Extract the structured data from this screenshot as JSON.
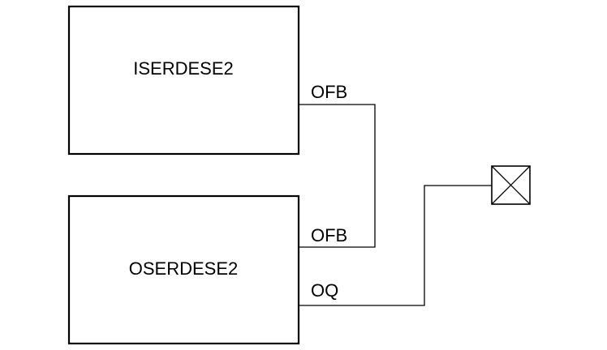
{
  "blocks": {
    "top": {
      "label": "ISERDESE2",
      "port_label": "OFB"
    },
    "bottom": {
      "label": "OSERDESE2",
      "port_ofb_label": "OFB",
      "port_oq_label": "OQ"
    }
  },
  "output_pad": {
    "icon": "io-pad-x-icon"
  },
  "colors": {
    "stroke": "#000000",
    "background": "#ffffff"
  }
}
